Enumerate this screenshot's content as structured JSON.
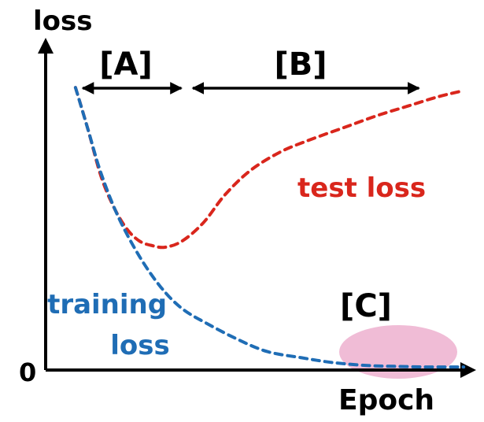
{
  "chart_data": {
    "type": "line",
    "ylabel": "loss",
    "xlabel": "Epoch",
    "origin_label": "0",
    "xlim": [
      0,
      100
    ],
    "ylim": [
      0,
      100
    ],
    "colors": {
      "training": "#1f6db5",
      "test": "#d9261c",
      "divider": "#555555",
      "highlight": "#f0bcd6"
    },
    "series": [
      {
        "name": "training loss",
        "label_lines": [
          "training",
          "loss"
        ],
        "x": [
          7,
          10,
          13,
          17,
          22,
          27,
          32,
          38,
          45,
          52,
          60,
          67,
          75,
          82,
          89,
          94,
          98
        ],
        "y": [
          92,
          78,
          64,
          50,
          37,
          27,
          20,
          15,
          10,
          6,
          4,
          2.5,
          1.5,
          1.2,
          1.0,
          1.0,
          1.0
        ]
      },
      {
        "name": "test loss",
        "label_lines": [
          "test loss"
        ],
        "x": [
          7,
          10,
          13,
          16,
          19,
          22,
          25,
          28,
          32,
          37,
          42,
          48,
          55,
          62,
          70,
          78,
          85,
          92,
          98
        ],
        "y": [
          92,
          78,
          63,
          53,
          46,
          42,
          40.5,
          40,
          42,
          48,
          57,
          65,
          71,
          75,
          79,
          83,
          86,
          89,
          91
        ]
      }
    ],
    "divider_x": 33,
    "annotations": [
      {
        "label": "[A]",
        "x_from": 8.7,
        "x_to": 31.8
      },
      {
        "label": "[B]",
        "x_from": 34.5,
        "x_to": 87.5
      },
      {
        "label": "[C]"
      }
    ]
  }
}
